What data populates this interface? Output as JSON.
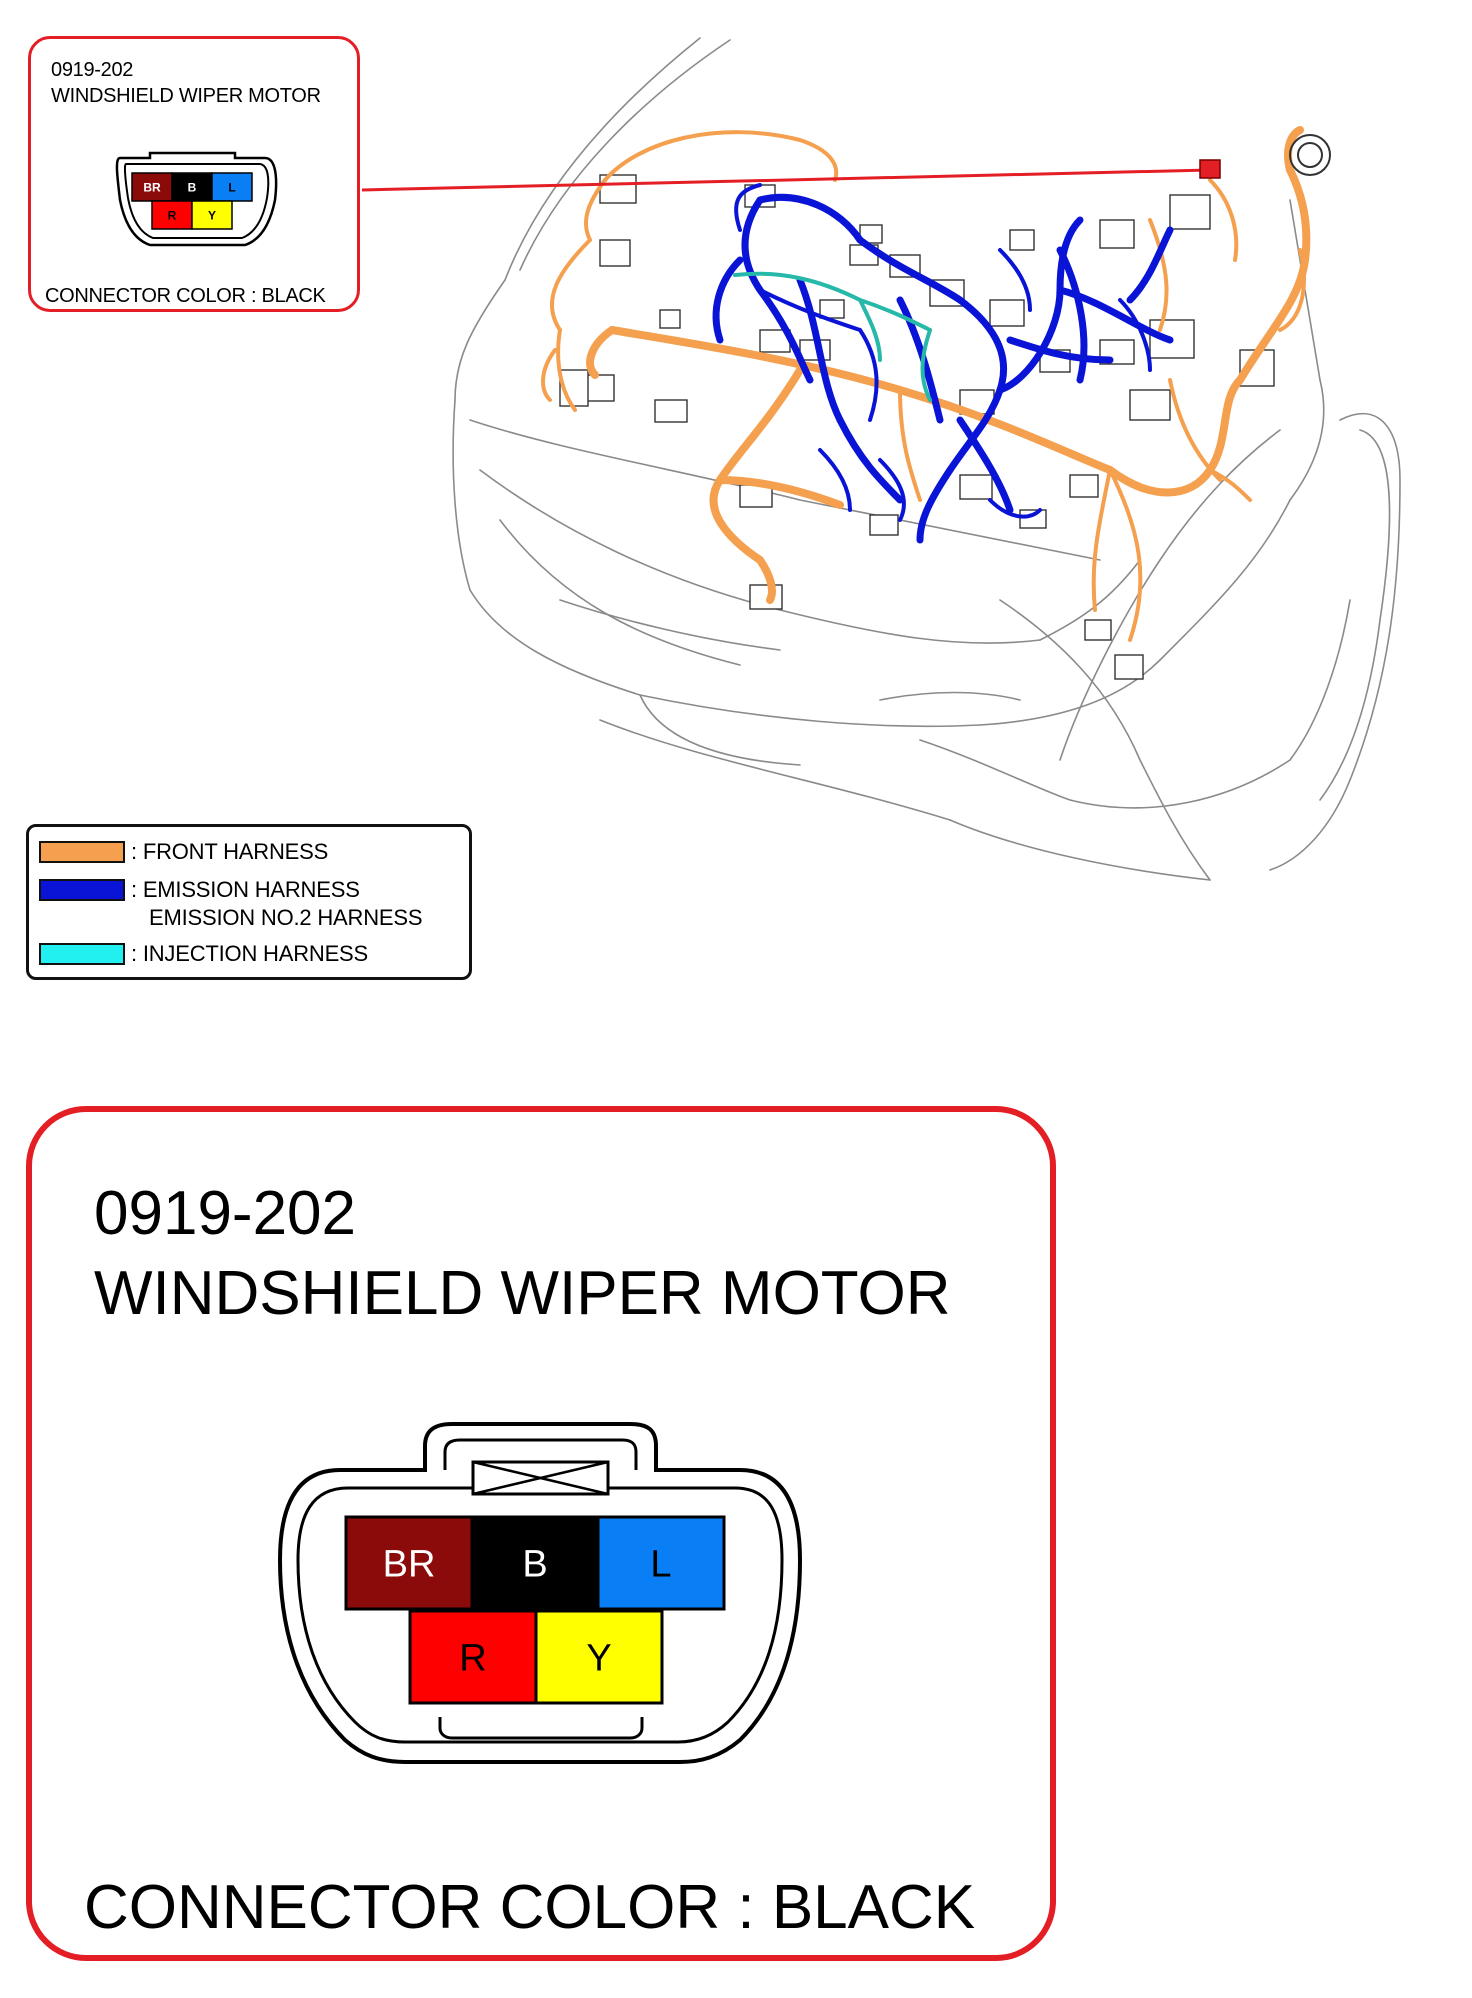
{
  "connector": {
    "code": "0919-202",
    "name": "WINDSHIELD WIPER MOTOR",
    "color_label": "CONNECTOR COLOR : BLACK",
    "pins": [
      {
        "label": "BR",
        "fill": "#8b0a0a",
        "text_color": "#ffffff"
      },
      {
        "label": "B",
        "fill": "#000000",
        "text_color": "#ffffff"
      },
      {
        "label": "L",
        "fill": "#0a7ff5",
        "text_color": "#000000"
      },
      {
        "label": "R",
        "fill": "#ff0000",
        "text_color": "#000000"
      },
      {
        "label": "Y",
        "fill": "#ffff00",
        "text_color": "#000000"
      }
    ]
  },
  "legend": {
    "items": [
      {
        "label": ": FRONT HARNESS",
        "color": "#f4a04f"
      },
      {
        "label": ": EMISSION HARNESS",
        "color": "#0a14d6"
      },
      {
        "label": ": INJECTION HARNESS",
        "color": "#22f0f0"
      }
    ],
    "emission_sub_label": "EMISSION NO.2 HARNESS"
  },
  "colors": {
    "callout_red": "#e41e25",
    "front_harness": "#f4a04f",
    "emission_harness": "#0a14d6",
    "injection_harness": "#26b8a8"
  }
}
